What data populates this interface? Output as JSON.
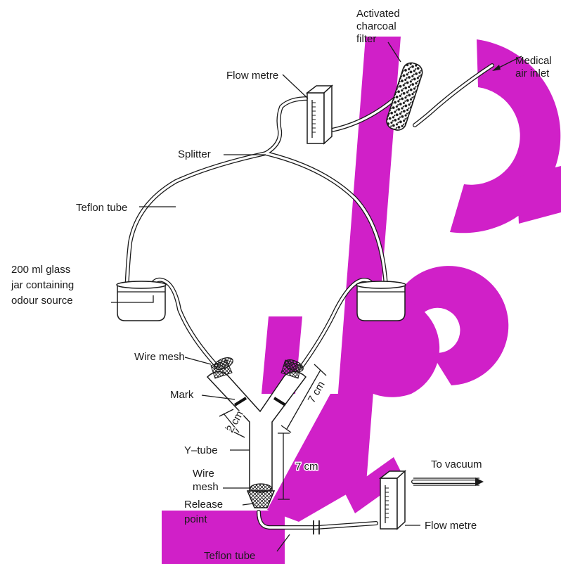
{
  "labels": {
    "activated_filter": [
      "Activated",
      "charcoal",
      "filter"
    ],
    "medical_air": [
      "Medical",
      "air inlet"
    ],
    "flow_metre_top": "Flow metre",
    "splitter": "Splitter",
    "teflon_tube_top": "Teflon tube",
    "jar": [
      "200 ml glass",
      "jar containing",
      "odour source"
    ],
    "wire_mesh_upper": "Wire mesh",
    "mark": "Mark",
    "dim_2cm": "2 cm",
    "dim_7cm_diag": "7 cm",
    "y_tube": "Y–tube",
    "dim_7cm_vert": "7 cm",
    "wire_mesh_lower": [
      "Wire",
      "mesh"
    ],
    "release_point": [
      "Release",
      "point"
    ],
    "to_vacuum": "To vacuum",
    "flow_metre_bottom": "Flow metre",
    "teflon_tube_bottom": "Teflon tube"
  },
  "colors": {
    "ink": "#1a1a1a",
    "watermark": "#d020c8"
  }
}
